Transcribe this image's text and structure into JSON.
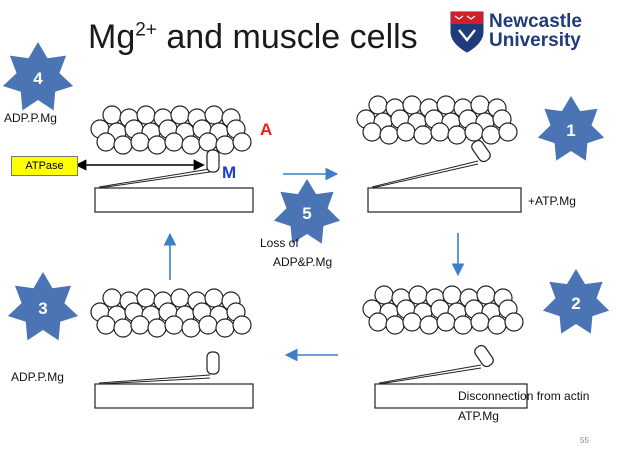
{
  "slide": {
    "title_main": "Mg",
    "title_sup": "2+",
    "title_rest": " and muscle cells",
    "page_number": "55"
  },
  "logo": {
    "line1": "Newcastle",
    "line2": "University"
  },
  "steps": [
    {
      "number": "4",
      "label": "ADP.P.Mg"
    },
    {
      "number": "1",
      "label": "+ATP.Mg"
    },
    {
      "number": "2",
      "label": "Disconnection from actin",
      "label2": "ATP.Mg"
    },
    {
      "number": "3",
      "label": "ADP.P.Mg"
    },
    {
      "number": "5",
      "label": "Loss of",
      "label2": "ADP&P.Mg"
    }
  ],
  "labels": {
    "atpase": "ATPase",
    "actin": "A",
    "myosin": "M"
  },
  "colors": {
    "star": "#4a74b4",
    "arrow": "#3d7fc8",
    "actin_label": "#e8201c",
    "myosin_label": "#1a3fd0",
    "atpase_bg": "#ffff00"
  }
}
